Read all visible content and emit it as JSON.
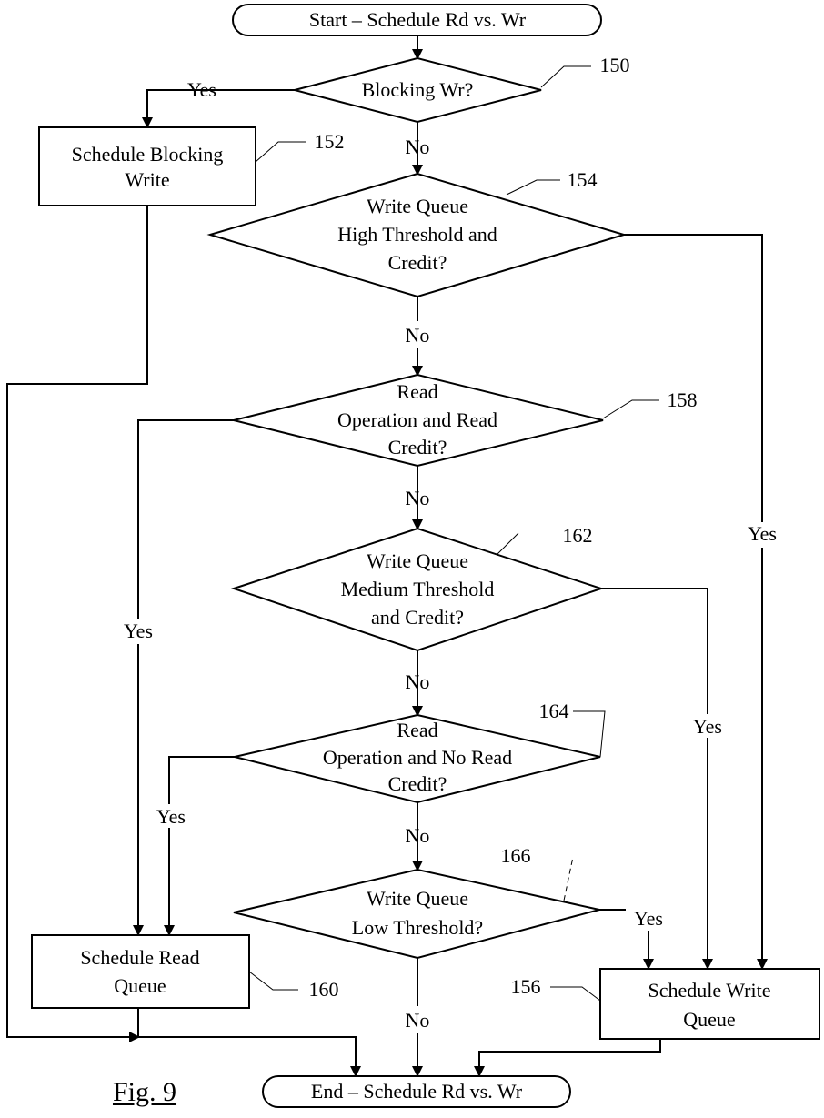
{
  "nodes": {
    "start": "Start – Schedule Rd vs. Wr",
    "blocking_wr": "Blocking Wr?",
    "schedule_blocking_write": [
      "Schedule Blocking",
      "Write"
    ],
    "wq_high": [
      "Write Queue",
      "High Threshold and",
      "Credit?"
    ],
    "read_op_credit": [
      "Read",
      "Operation and Read",
      "Credit?"
    ],
    "wq_medium": [
      "Write Queue",
      "Medium Threshold",
      "and Credit?"
    ],
    "read_op_no_credit": [
      "Read",
      "Operation and No Read",
      "Credit?"
    ],
    "wq_low": [
      "Write Queue",
      "Low Threshold?"
    ],
    "schedule_read_queue": [
      "Schedule Read",
      "Queue"
    ],
    "schedule_write_queue": [
      "Schedule Write",
      "Queue"
    ],
    "end": "End – Schedule Rd vs. Wr"
  },
  "edge_labels": {
    "yes": "Yes",
    "no": "No"
  },
  "refs": {
    "r150": "150",
    "r152": "152",
    "r154": "154",
    "r156": "156",
    "r158": "158",
    "r160": "160",
    "r162": "162",
    "r164": "164",
    "r166": "166"
  },
  "figure_label": "Fig. 9"
}
